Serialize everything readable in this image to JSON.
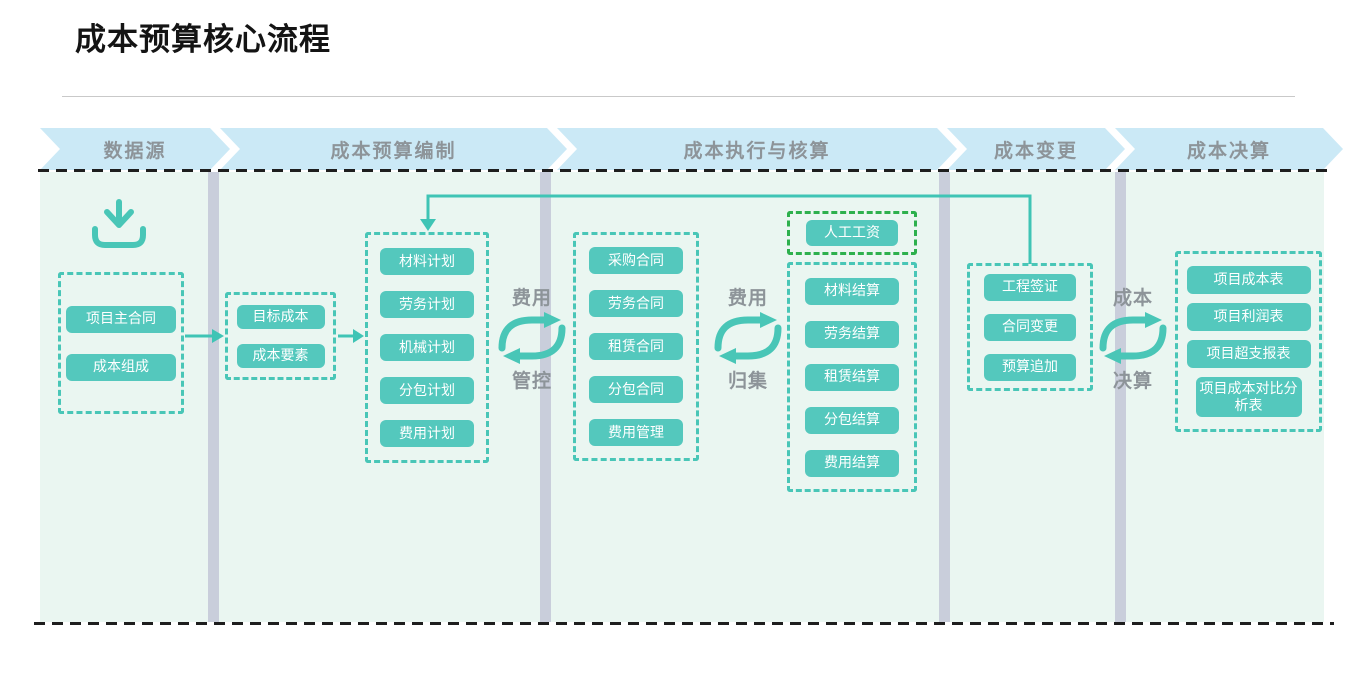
{
  "title": "成本预算核心流程",
  "stages": [
    {
      "label": "数据源"
    },
    {
      "label": "成本预算编制"
    },
    {
      "label": "成本执行与核算"
    },
    {
      "label": "成本变更"
    },
    {
      "label": "成本决算"
    }
  ],
  "datasource": {
    "items": [
      "项目主合同",
      "成本组成"
    ]
  },
  "budget": {
    "targets": [
      "目标成本",
      "成本要素"
    ],
    "plans": [
      "材料计划",
      "劳务计划",
      "机械计划",
      "分包计划",
      "费用计划"
    ]
  },
  "execution": {
    "contracts": [
      "采购合同",
      "劳务合同",
      "租赁合同",
      "分包合同",
      "费用管理"
    ],
    "labor_wage": "人工工资",
    "settlements": [
      "材料结算",
      "劳务结算",
      "租赁结算",
      "分包结算",
      "费用结算"
    ]
  },
  "change": {
    "items": [
      "工程签证",
      "合同变更",
      "预算追加"
    ]
  },
  "reports": {
    "items": [
      "项目成本表",
      "项目利润表",
      "项目超支报表",
      "项目成本对比分析表"
    ]
  },
  "cycles": [
    {
      "top": "费用",
      "bottom": "管控"
    },
    {
      "top": "费用",
      "bottom": "归集"
    },
    {
      "top": "成本",
      "bottom": "决算"
    }
  ],
  "colors": {
    "node_teal": "#54c8bd",
    "dashed_teal": "#49c6b7",
    "wage_green": "#2db04d",
    "chevron_blue": "#cbe9f6",
    "label_gray": "#8d9499",
    "board_mint": "#eaf6f1",
    "separator_gray": "#c9cedb"
  }
}
